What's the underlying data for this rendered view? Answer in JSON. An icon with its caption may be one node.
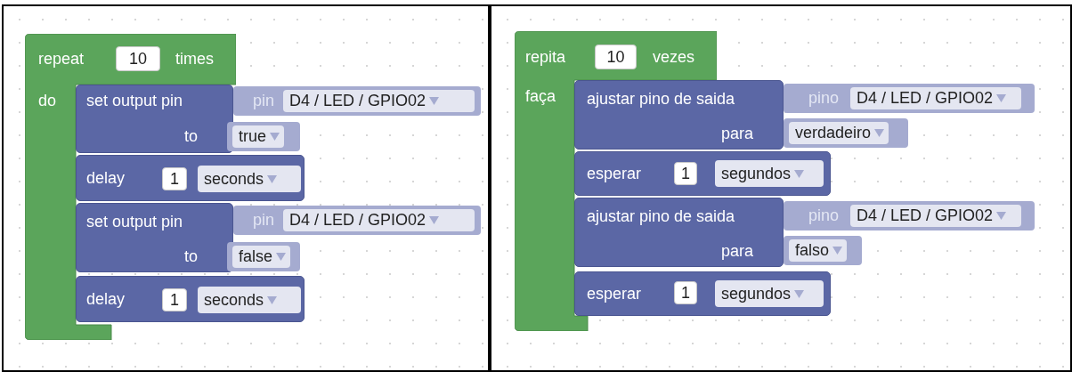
{
  "diagram": {
    "nodes": [
      {
        "text": [
          "repeat",
          "times",
          "do"
        ]
      },
      {
        "text": [
          "10"
        ],
        "in": 0
      },
      {
        "text": [
          "set output pin",
          "to"
        ]
      },
      {
        "text": [
          "pin"
        ]
      },
      {
        "text": [
          "D4 / LED / GPIO02"
        ],
        "in": 3
      },
      {
        "text": [
          "true"
        ]
      },
      {
        "text": [
          "delay"
        ]
      },
      {
        "text": [
          "1"
        ],
        "in": 6
      },
      {
        "text": [
          "seconds"
        ],
        "in": 6
      },
      {
        "text": [
          "set output pin",
          "to"
        ]
      },
      {
        "text": [
          "pin"
        ]
      },
      {
        "text": [
          "D4 / LED / GPIO02"
        ],
        "in": 10
      },
      {
        "text": [
          "false"
        ]
      },
      {
        "text": [
          "delay"
        ]
      },
      {
        "text": [
          "1"
        ],
        "in": 13
      },
      {
        "text": [
          "seconds"
        ],
        "in": 13
      },
      {
        "text": [
          "repita",
          "vezes",
          "faça"
        ]
      },
      {
        "text": [
          "10"
        ],
        "in": 16
      },
      {
        "text": [
          "ajustar pino de saida",
          "para"
        ]
      },
      {
        "text": [
          "pino"
        ]
      },
      {
        "text": [
          "D4 / LED / GPIO02"
        ],
        "in": 19
      },
      {
        "text": [
          "verdadeiro"
        ]
      },
      {
        "text": [
          "esperar"
        ]
      },
      {
        "text": [
          "1"
        ],
        "in": 22
      },
      {
        "text": [
          "segundos"
        ],
        "in": 22
      },
      {
        "text": [
          "ajustar pino de saida",
          "para"
        ]
      },
      {
        "text": [
          "pino"
        ]
      },
      {
        "text": [
          "D4 / LED / GPIO02"
        ],
        "in": 26
      },
      {
        "text": [
          "falso"
        ]
      },
      {
        "text": [
          "esperar"
        ]
      },
      {
        "text": [
          "1"
        ],
        "in": 29
      },
      {
        "text": [
          "segundos"
        ],
        "in": 29
      }
    ]
  }
}
